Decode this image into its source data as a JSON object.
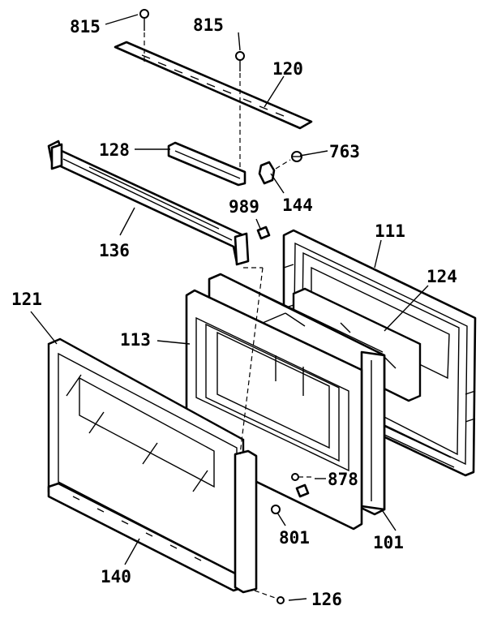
{
  "labels": {
    "p815a": "815",
    "p815b": "815",
    "p120": "120",
    "p128": "128",
    "p763": "763",
    "p144": "144",
    "p989": "989",
    "p136": "136",
    "p111": "111",
    "p124": "124",
    "p121": "121",
    "p113": "113",
    "p878": "878",
    "p801": "801",
    "p101": "101",
    "p140": "140",
    "p126": "126"
  }
}
